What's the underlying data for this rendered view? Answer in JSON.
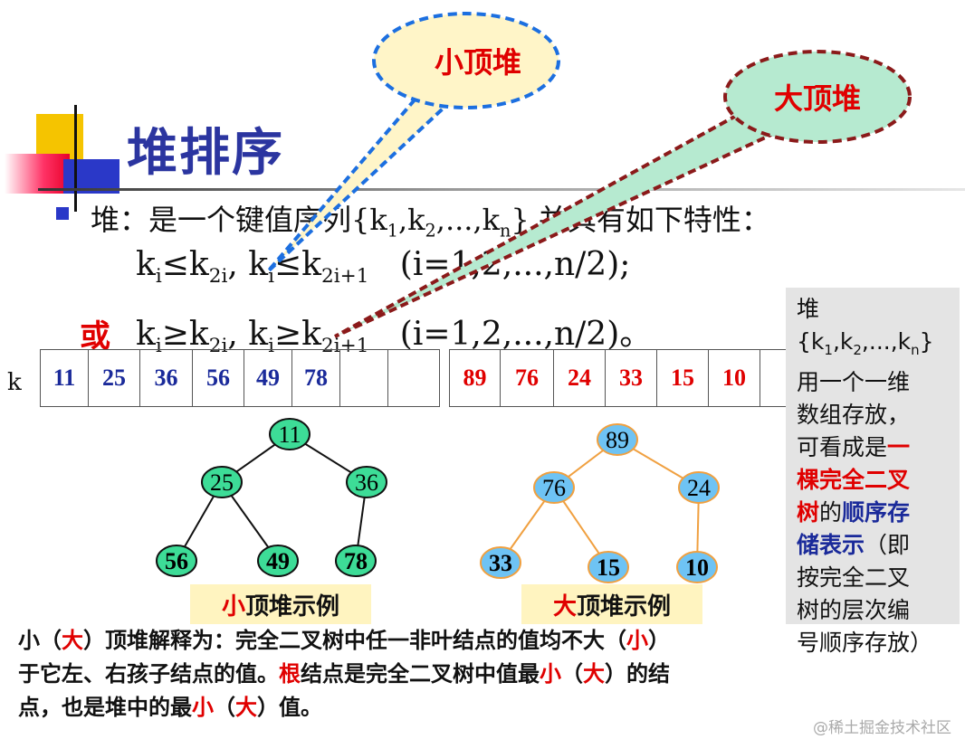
{
  "title": "堆排序",
  "definition": {
    "prefix": "堆：是一个键值序列",
    "seq": "{k",
    "seq_sub1": "1",
    "seq_mid1": ",k",
    "seq_sub2": "2",
    "seq_mid2": ",...,k",
    "seq_subn": "n",
    "suffix": "},并具有如下特性："
  },
  "cond1": {
    "ki": "k",
    "i": "i",
    "le1": "≤k",
    "two_i": "2i",
    "comma": ", k",
    "i2": "i",
    "le2": "≤k",
    "two_i1": "2i+1",
    "range": "(i=1,2,...,n/2);"
  },
  "cond2": {
    "or": "或",
    "ki": "k",
    "i": "i",
    "ge1": "≥k",
    "two_i": "2i",
    "comma": ", k",
    "i2": "i",
    "ge2": "≥k",
    "two_i1": "2i+1",
    "range": "(i=1,2,...,n/2)。"
  },
  "array_label": "k",
  "min_array": [
    "11",
    "25",
    "36",
    "56",
    "49",
    "78",
    "",
    ""
  ],
  "max_array": [
    "89",
    "76",
    "24",
    "33",
    "15",
    "10",
    "",
    ""
  ],
  "bubbles": {
    "min": "小顶堆",
    "max": "大顶堆"
  },
  "side_note": {
    "l1a": "堆{k",
    "l1s1": "1",
    "l1b": ",k",
    "l1s2": "2",
    "l1c": ",...,k",
    "l1sn": "n",
    "l1d": "}",
    "l2": "用一个一维",
    "l3": "数组存放，",
    "l4a": "可看成是",
    "l4b": "一",
    "l5": "棵完全二叉",
    "l6a": "树",
    "l6b": "的",
    "l6c": "顺序存",
    "l7a": "储表示",
    "l7b": "（即",
    "l8": "按完全二叉",
    "l9": "树的层次编",
    "l10": "号顺序存放）"
  },
  "min_tree": {
    "nodes": [
      "11",
      "25",
      "36",
      "56",
      "49",
      "78"
    ],
    "color": "#3ddc97"
  },
  "max_tree": {
    "nodes": [
      "89",
      "76",
      "24",
      "33",
      "15",
      "10"
    ],
    "color": "#6ec3f4",
    "edge_color": "#f0a040"
  },
  "captions": {
    "min_red": "小",
    "min_rest": "顶堆示例",
    "max_red": "大",
    "max_rest": "顶堆示例"
  },
  "notes": {
    "p1a": "小（",
    "p1b": "大",
    "p1c": "）顶堆解释为：完全二叉树中任一非叶结点的值均不大（",
    "p1d": "小",
    "p1e": "）",
    "p2a": "于它左、右孩子结点的值。",
    "p2b": "根",
    "p2c": "结点是完全二叉树中值最",
    "p2d": "小",
    "p2e": "（",
    "p2f": "大",
    "p2g": "）的结",
    "p3a": "点，也是堆中的最",
    "p3b": "小",
    "p3c": "（",
    "p3d": "大",
    "p3e": "）值。"
  },
  "watermark": "@稀土掘金技术社区"
}
